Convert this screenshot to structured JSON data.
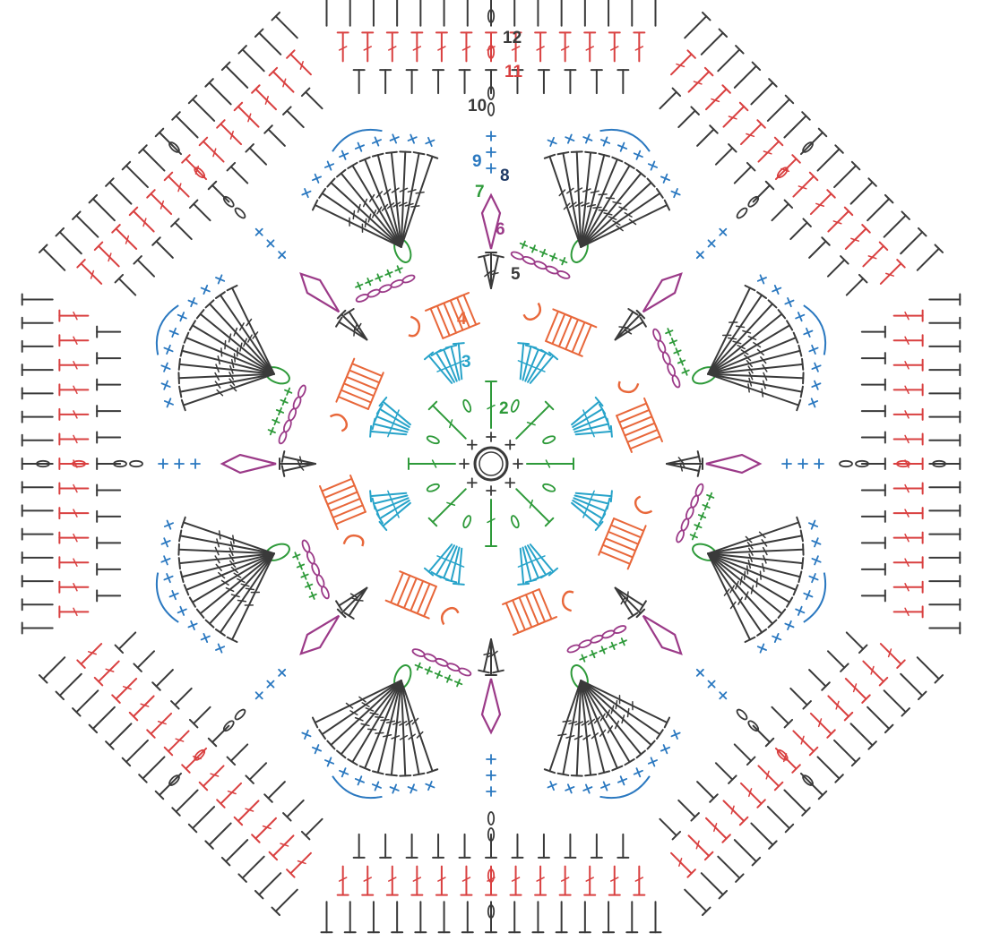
{
  "diagram": {
    "round_labels": [
      {
        "text": "2",
        "round": 2,
        "color": "#2e9a3a"
      },
      {
        "text": "3",
        "round": 3,
        "color": "#27a3c9"
      },
      {
        "text": "4",
        "round": 4,
        "color": "#e8673a"
      },
      {
        "text": "5",
        "round": 5,
        "color": "#3a3a3a"
      },
      {
        "text": "6",
        "round": 6,
        "color": "#9b3a88"
      },
      {
        "text": "7",
        "round": 7,
        "color": "#2e9a3a"
      },
      {
        "text": "8",
        "round": 8,
        "color": "#1f3a66"
      },
      {
        "text": "9",
        "round": 9,
        "color": "#2a78c0"
      },
      {
        "text": "10",
        "round": 10,
        "color": "#3a3a3a"
      },
      {
        "text": "11",
        "round": 11,
        "color": "#d94040"
      },
      {
        "text": "12",
        "round": 12,
        "color": "#3a3a3a"
      }
    ],
    "symmetry_sectors": 8,
    "colors": {
      "round_1": "#3a3a3a",
      "round_2": "#2e9a3a",
      "round_3": "#27a3c9",
      "round_4": "#e8673a",
      "round_5": "#3a3a3a",
      "round_6": "#9b3a88",
      "round_7": "#2e9a3a",
      "round_8": "#1f3a66",
      "round_9": "#2a78c0",
      "round_10": "#3a3a3a",
      "round_11": "#d94040",
      "round_12": "#3a3a3a"
    }
  }
}
